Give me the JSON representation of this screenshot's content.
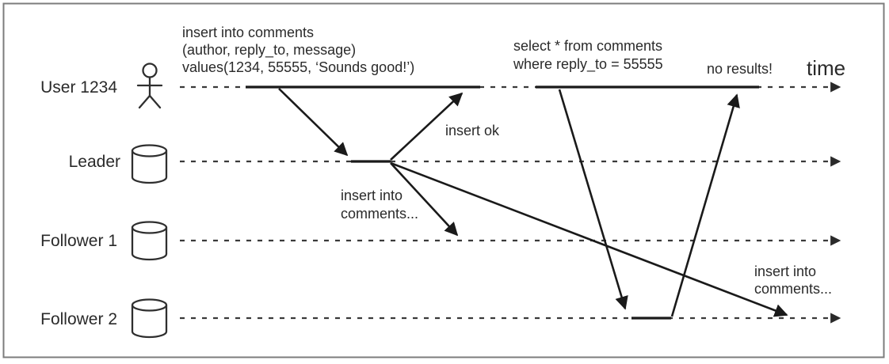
{
  "diagram_type": "sequence-diagram",
  "topic": "leader-based replication read-after-write anomaly",
  "colors": {
    "background": "#ffffff",
    "border": "#7c7c7c",
    "solid_line": "#1a1a1a",
    "dashed_line": "#3a3a3a",
    "text": "#2a2a2a"
  },
  "actors": [
    {
      "label": "User 1234",
      "icon": "person"
    },
    {
      "label": "Leader",
      "icon": "database"
    },
    {
      "label": "Follower 1",
      "icon": "database"
    },
    {
      "label": "Follower 2",
      "icon": "database"
    }
  ],
  "labels": {
    "time": "time",
    "insert_query": [
      "insert into comments",
      "(author, reply_to, message)",
      "values(1234, 55555, ‘Sounds good!’)"
    ],
    "insert_ok": "insert ok",
    "replicate1": [
      "insert into",
      "comments..."
    ],
    "select_query": [
      "select * from comments",
      "where reply_to = 55555"
    ],
    "no_results": "no results!",
    "replicate2": [
      "insert into",
      "comments..."
    ]
  }
}
